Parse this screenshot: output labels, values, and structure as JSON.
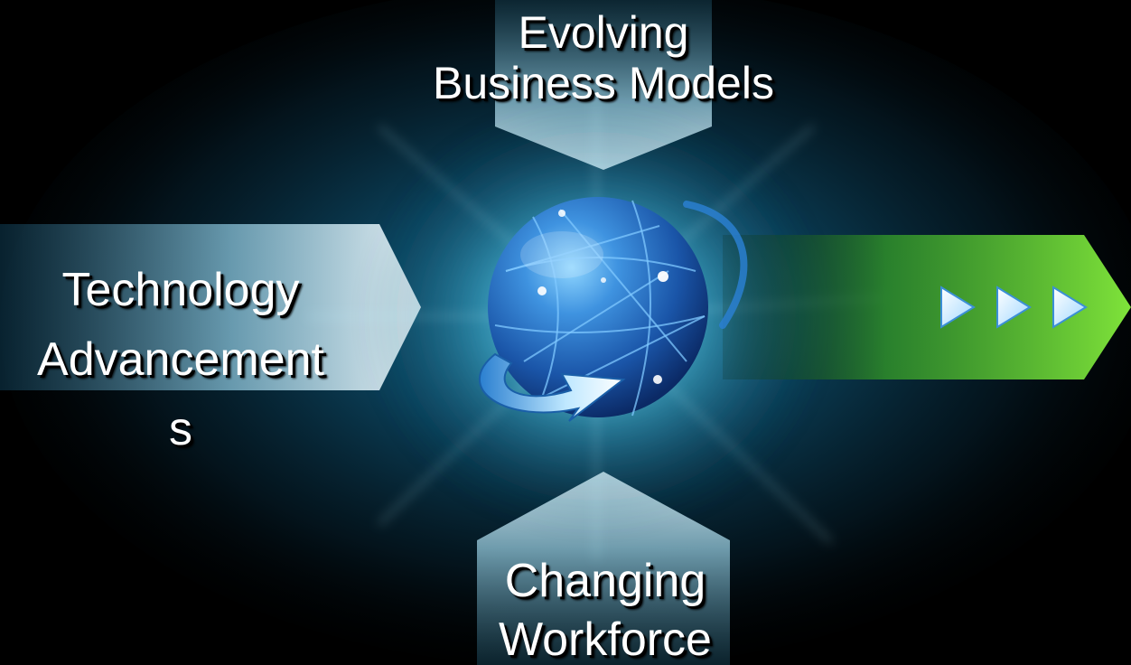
{
  "diagram": {
    "top_input": {
      "lines": [
        "Evolving",
        "Business Models"
      ]
    },
    "left_input": {
      "lines": [
        "Technology",
        "Advancement",
        "s"
      ]
    },
    "bottom_input": {
      "lines": [
        "Changing",
        "Workforce"
      ]
    },
    "output_arrow": {
      "chevron_count": 3,
      "color": "#5fd12a"
    },
    "center": {
      "icon": "globe-icon",
      "orbit_icon": "orbit-arrow-icon",
      "color": "#1f6fc9"
    },
    "colors": {
      "background": "#000000",
      "glow": "#7fe6ff",
      "input_arrow": "#cfe3ec",
      "text": "#ffffff"
    }
  }
}
